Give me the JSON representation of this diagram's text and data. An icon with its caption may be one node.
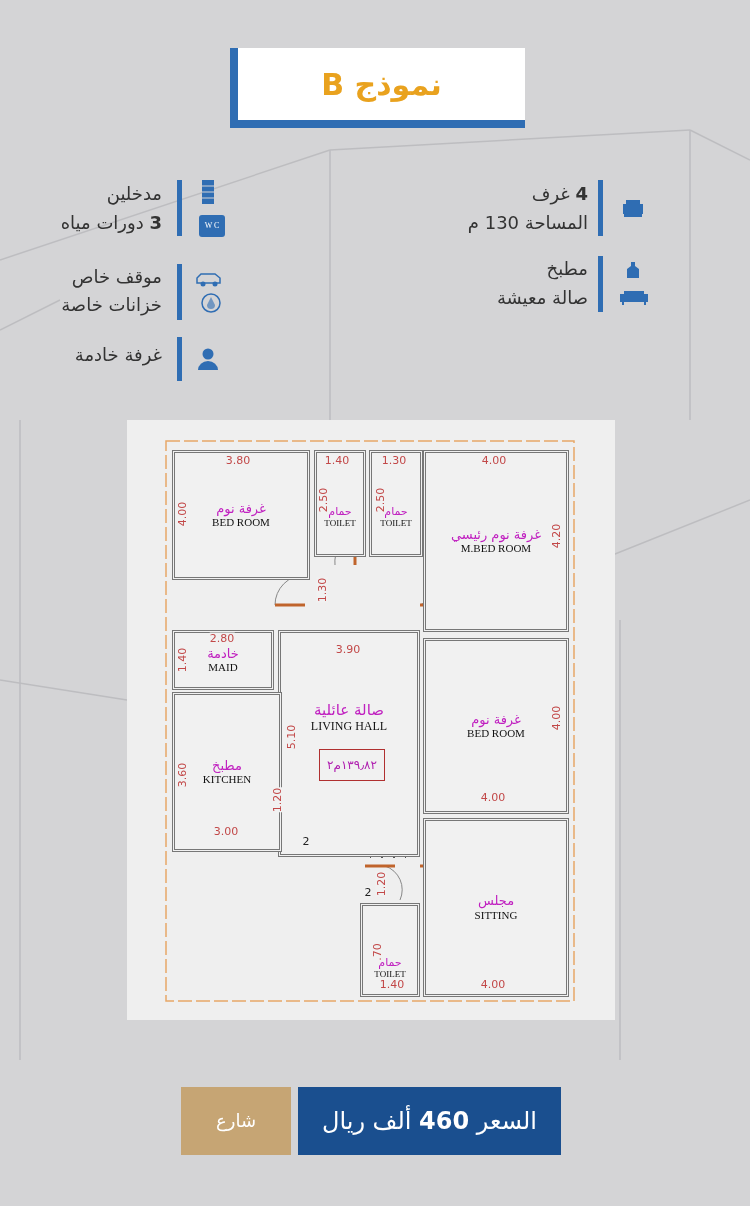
{
  "diagram": {
    "nodes": [
      {
        "text": [
          "نموذج B"
        ]
      },
      {
        "text": [
          "غرفة نوم",
          "BED ROOM"
        ]
      },
      {
        "text": [
          "حمام",
          "TOILET"
        ]
      },
      {
        "text": [
          "حمام",
          "TOILET"
        ]
      },
      {
        "text": [
          "غرفة نوم رئيسي",
          "M.BED ROOM"
        ]
      },
      {
        "text": [
          "خادمة",
          "MAID"
        ]
      },
      {
        "text": [
          "صالة عائلية",
          "LIVING HALL"
        ]
      },
      {
        "text": [
          "١٣٩٫٨٢م٢"
        ],
        "in": 6
      },
      {
        "text": [
          "مطبخ",
          "KITCHEN"
        ]
      },
      {
        "text": [
          "غرفة نوم",
          "BED ROOM"
        ]
      },
      {
        "text": [
          "حمام",
          "TOILET"
        ]
      },
      {
        "text": [
          "مجلس",
          "SITTING"
        ]
      },
      {
        "text": [
          "السعر **460** ألف ريال"
        ]
      },
      {
        "text": [
          "شارع"
        ]
      }
    ],
    "labels": [
      "**4** غرف",
      "المساحة 130 م",
      "مطبخ",
      "صالة معيشة",
      "مدخلين",
      "**3** دورات مياه",
      "موقف خاص",
      "خزانات خاصة",
      "غرفة خادمة",
      "3.80",
      "1.40",
      "1.30",
      "4.00",
      "4.00",
      "2.50",
      "2.50",
      "4.20",
      "1.30",
      "2.80",
      "1.40",
      "3.90",
      "5.10",
      "3.60",
      "1.20",
      "4.00",
      "4.00",
      "3.00",
      "2",
      "1.20",
      "2",
      ".70",
      "1.40",
      "4.00",
      "W C"
    ]
  }
}
